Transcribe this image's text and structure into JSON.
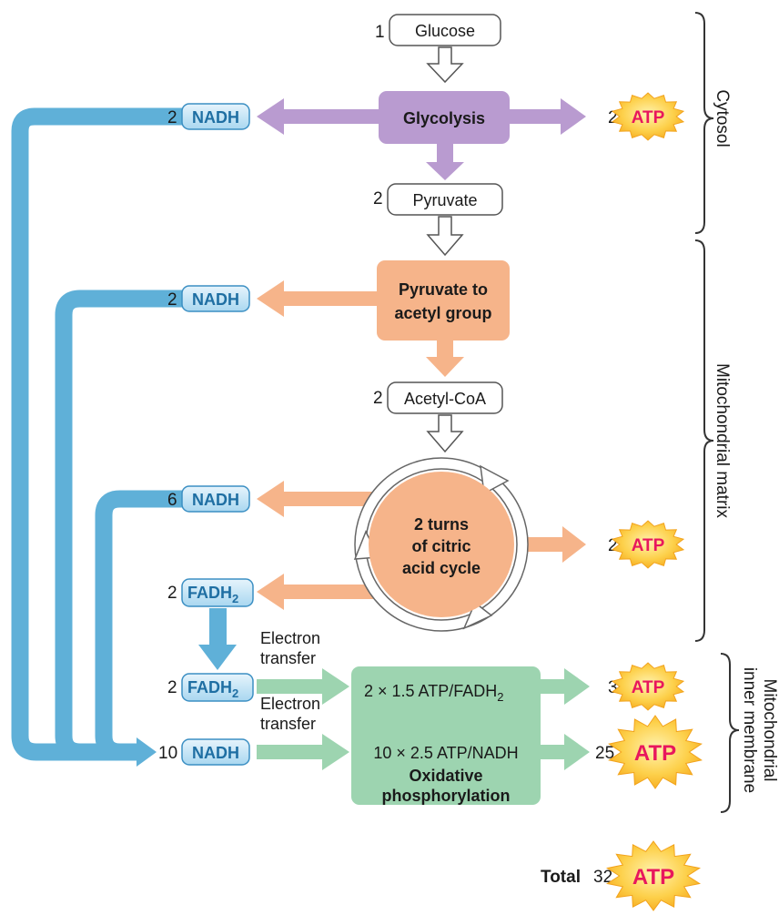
{
  "inputs": {
    "glucose": {
      "count": "1",
      "label": "Glucose"
    },
    "pyruvate": {
      "count": "2",
      "label": "Pyruvate"
    },
    "acetyl_coa": {
      "count": "2",
      "label": "Acetyl-CoA"
    }
  },
  "stages": {
    "glycolysis": "Glycolysis",
    "pyruvate_line1": "Pyruvate to",
    "pyruvate_line2": "acetyl group",
    "citric_line1": "2 turns",
    "citric_line2": "of citric",
    "citric_line3": "acid cycle",
    "oxphos_eq1": "2 × 1.5 ATP/FADH",
    "oxphos_eq1_sub": "2",
    "oxphos_eq2": "10 × 2.5 ATP/NADH",
    "oxphos_line1": "Oxidative",
    "oxphos_line2": "phosphorylation"
  },
  "carriers": {
    "nadh_glycolysis": {
      "count": "2",
      "label": "NADH"
    },
    "nadh_pyruvate": {
      "count": "2",
      "label": "NADH"
    },
    "nadh_citric": {
      "count": "6",
      "label": "NADH"
    },
    "fadh2_citric": {
      "count": "2",
      "label": "FADH",
      "sub": "2"
    },
    "fadh2_transfer": {
      "count": "2",
      "label": "FADH",
      "sub": "2"
    },
    "nadh_total": {
      "count": "10",
      "label": "NADH"
    }
  },
  "atp_outputs": {
    "glycolysis": {
      "count": "2",
      "label": "ATP"
    },
    "citric": {
      "count": "2",
      "label": "ATP"
    },
    "fadh2": {
      "count": "3",
      "label": "ATP"
    },
    "nadh": {
      "count": "25",
      "label": "ATP"
    },
    "total": {
      "prefix": "Total",
      "count": "32",
      "label": "ATP"
    }
  },
  "electron_transfer": {
    "line1": "Electron",
    "line2": "transfer"
  },
  "regions": {
    "cytosol": "Cytosol",
    "matrix": "Mitochondrial matrix",
    "membrane_line1": "Mitochondrial",
    "membrane_line2": "inner membrane"
  },
  "colors": {
    "purple": "#b99bd0",
    "orange": "#f6b48a",
    "green": "#9dd4b0",
    "blue": "#5fb0d8",
    "atp_star": "#fdc326",
    "atp_text": "#e8175d"
  }
}
